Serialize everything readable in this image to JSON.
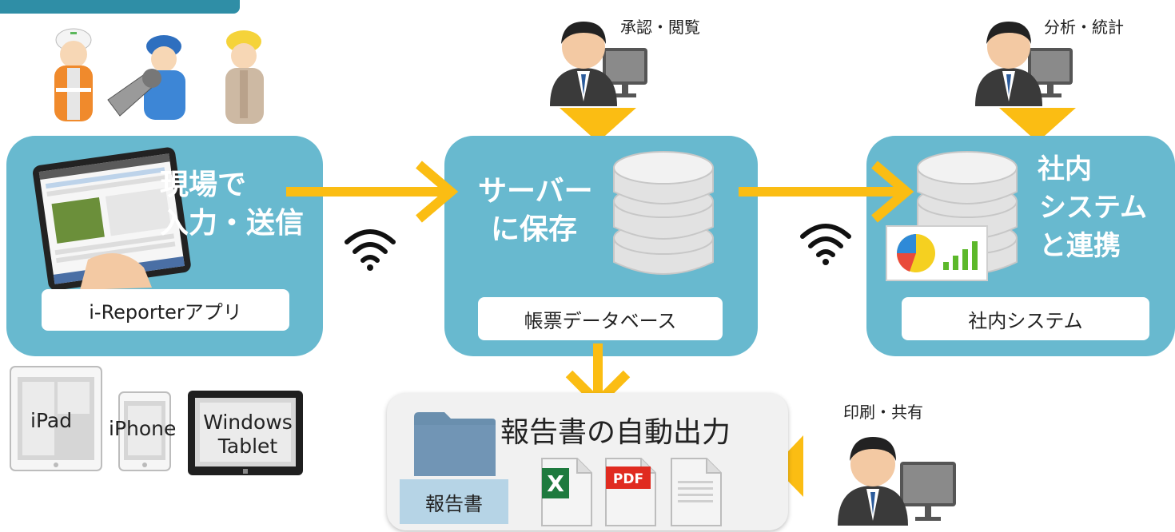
{
  "field_input": {
    "line1": "現場で",
    "line2": "入力・送信",
    "app_label": "i-Reporterアプリ"
  },
  "server": {
    "line1": "サーバー",
    "line2": "に保存",
    "db_label": "帳票データベース"
  },
  "internal": {
    "line1": "社内",
    "line2": "システム",
    "line3": "と連携",
    "system_label": "社内システム"
  },
  "roles": {
    "approve": "承認・閲覧",
    "analyze": "分析・統計",
    "print": "印刷・共有"
  },
  "devices": {
    "ipad": "iPad",
    "iphone": "iPhone",
    "windows_line1": "Windows",
    "windows_line2": "Tablet"
  },
  "report": {
    "title": "報告書の自動出力",
    "folder_label": "報告書",
    "pdf_label": "PDF",
    "excel_label": "X"
  },
  "colors": {
    "panel": "#68b9cf",
    "arrow": "#fbbd13",
    "header_tab": "#2f8ea6"
  }
}
